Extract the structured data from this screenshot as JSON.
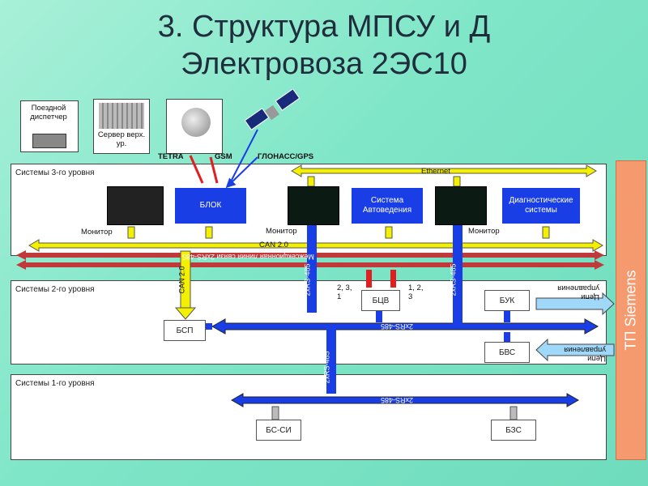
{
  "title": {
    "line1": "3. Структура МПСУ и Д",
    "line2": "Электровоза 2ЭС10"
  },
  "top_devices": {
    "dispatcher": "Поездной диспетчер",
    "server": "Сервер верх. ур.",
    "tetra": "TETRA",
    "gsm": "GSM",
    "glonass": "ГЛОНАСС/GPS"
  },
  "level3": {
    "label": "Системы 3-го уровня",
    "ethernet": "Ethernet",
    "blok": "БЛОК",
    "avto": "Система Автоведения",
    "diag": "Диагностические системы",
    "monitor1": "Монитор",
    "monitor2": "Монитор",
    "monitor3": "Монитор",
    "can": "CAN 2.0",
    "interlink": "Межсекционная линия связи 2xRS-485"
  },
  "level2": {
    "label": "Системы 2-го уровня",
    "bsp": "БСП",
    "bcv": "БЦВ",
    "buk": "БУК",
    "bvs": "БВС",
    "bus": "2xRS-485",
    "n1": "2, 3, 1",
    "n2": "1, 2, 3",
    "control1": "Цепи управления",
    "control2": "Цепи управления",
    "vcan": "CAN 2.0",
    "v485a": "2xRS-485",
    "v485b": "2xRS-485"
  },
  "level1": {
    "label": "Системы 1-го уровня",
    "bus": "2xRS-485",
    "bssi": "БС-СИ",
    "bzs": "БЗС",
    "v485": "2xRS-485"
  },
  "side": "ТП Siemens",
  "colors": {
    "blue": "#1a3ee6",
    "yellow": "#f3f000",
    "red": "#c0393b",
    "siemens": "#f59a6e"
  }
}
